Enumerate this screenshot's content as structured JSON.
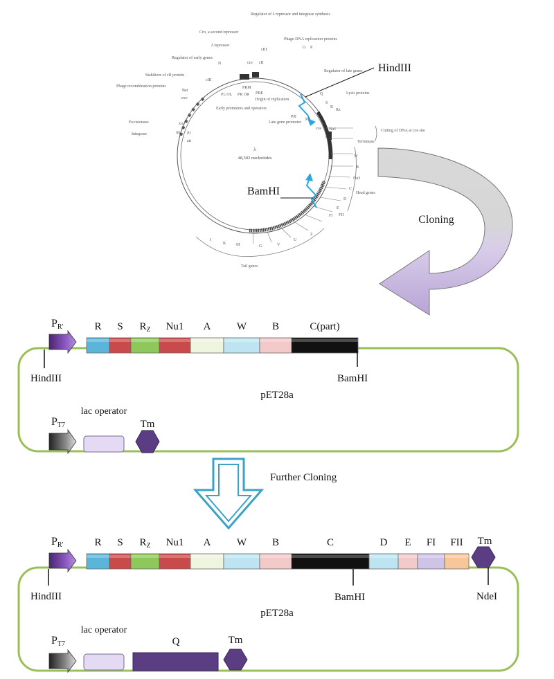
{
  "lambda_map": {
    "center_title": "λ",
    "center_size": "48,502 nucleotides",
    "annotations": {
      "regulator_repressor": "Regulator of λ repressor and integrase synthesis",
      "cro": "Cro, a second repressor",
      "lambda_repressor": "λ repressor",
      "phage_dna_rep": "Phage DNA replication proteins",
      "regulator_early": "Regulator of early genes",
      "regulator_late": "Regulator of late genes",
      "stabilizer": "Stabilizer of cII protein",
      "phage_recomb": "Phage recombination proteins",
      "lysis": "Lysis proteins",
      "early_promoters": "Early promoters and operators",
      "origin": "Origin of replication",
      "excisionase": "Excisionase",
      "integrase": "Integrase",
      "late_promoter": "Late gene promoter",
      "cutting": "Cutting of DNA at cos site",
      "terminase": "Terminase",
      "head_genes": "Head genes",
      "tail_genes": "Tail genes"
    },
    "hind_label": "HindIII",
    "bam_label": "BamHI"
  },
  "cloning_label": "Cloning",
  "further_cloning_label": "Further Cloning",
  "construct1": {
    "promoter_main": "P",
    "promoter_sub": "R'",
    "genes": [
      {
        "label": "R",
        "color": "#5bb5d9"
      },
      {
        "label": "S",
        "color": "#c94a4a"
      },
      {
        "label": "R",
        "sub": "Z",
        "color": "#8fc85a"
      },
      {
        "label": "Nu1",
        "color": "#c94a4a"
      },
      {
        "label": "A",
        "color": "#eef5df"
      },
      {
        "label": "W",
        "color": "#bfe4f1"
      },
      {
        "label": "B",
        "color": "#f2c9c9"
      },
      {
        "label": "C(part)",
        "color": "#111111"
      }
    ],
    "hind": "HindIII",
    "bam": "BamHI",
    "plasmid": "pET28a",
    "pt7_main": "P",
    "pt7_sub": "T7",
    "lac": "lac operator",
    "tm": "Tm"
  },
  "construct2": {
    "promoter_main": "P",
    "promoter_sub": "R'",
    "genes": [
      {
        "label": "R",
        "color": "#5bb5d9"
      },
      {
        "label": "S",
        "color": "#c94a4a"
      },
      {
        "label": "R",
        "sub": "Z",
        "color": "#8fc85a"
      },
      {
        "label": "Nu1",
        "color": "#c94a4a"
      },
      {
        "label": "A",
        "color": "#eef5df"
      },
      {
        "label": "W",
        "color": "#bfe4f1"
      },
      {
        "label": "B",
        "color": "#f2c9c9"
      },
      {
        "label": "C",
        "color": "#111111"
      },
      {
        "label": "D",
        "color": "#bfe4f1"
      },
      {
        "label": "E",
        "color": "#f2c9c9"
      },
      {
        "label": "FI",
        "color": "#cfc4e8"
      },
      {
        "label": "FII",
        "color": "#f7c79a"
      }
    ],
    "tm_top": "Tm",
    "hind": "HindIII",
    "bam": "BamHI",
    "ndei": "NdeI",
    "plasmid": "pET28a",
    "pt7_main": "P",
    "pt7_sub": "T7",
    "lac": "lac operator",
    "q": "Q",
    "tm": "Tm"
  }
}
